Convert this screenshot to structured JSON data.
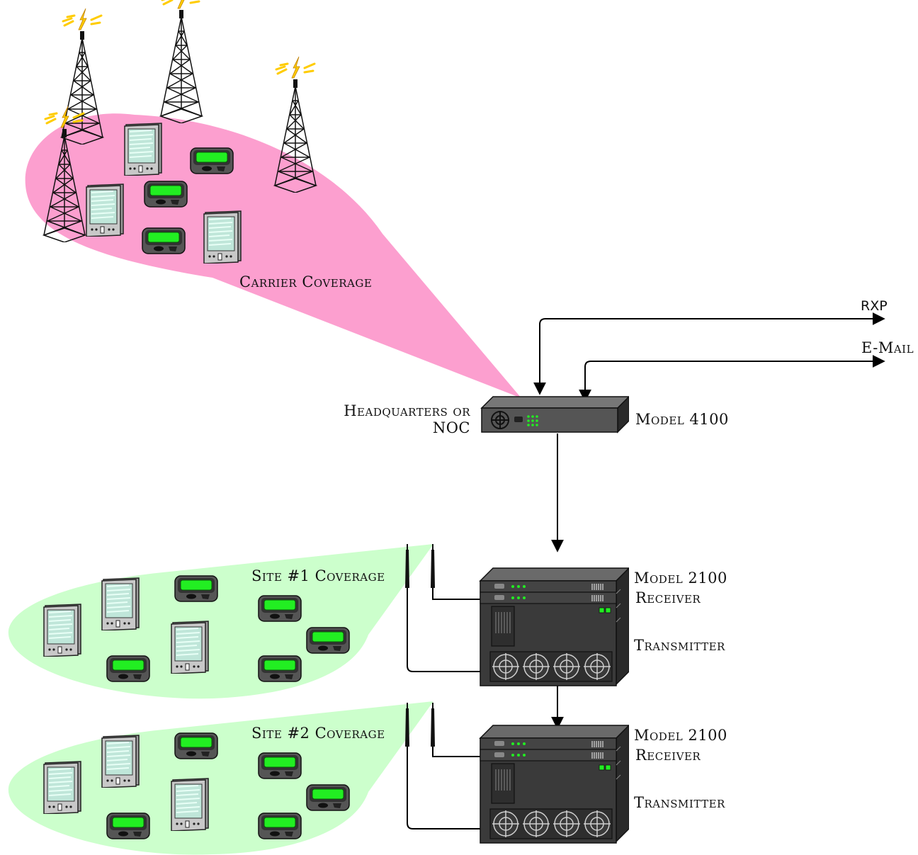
{
  "labels": {
    "carrier_coverage": "Carrier Coverage",
    "rxp": "RXP",
    "email": "E-Mail",
    "hq_line1": "Headquarters or",
    "hq_line2": "NOC",
    "model_4100": "Model 4100",
    "site1_coverage": "Site #1 Coverage",
    "site2_coverage": "Site #2 Coverage",
    "model_2100": "Model 2100",
    "receiver": "Receiver",
    "transmitter": "Transmitter"
  },
  "colors": {
    "carrier_zone": "#fc9fcf",
    "site_zone": "#ccffcc",
    "pager_screen": "#22ee22",
    "equipment_body": "#3a3a3a",
    "lightning": "#ffcc00"
  },
  "icons": [
    "radio-tower-icon",
    "pda-icon",
    "pager-icon",
    "antenna-icon",
    "rack-server-icon"
  ]
}
